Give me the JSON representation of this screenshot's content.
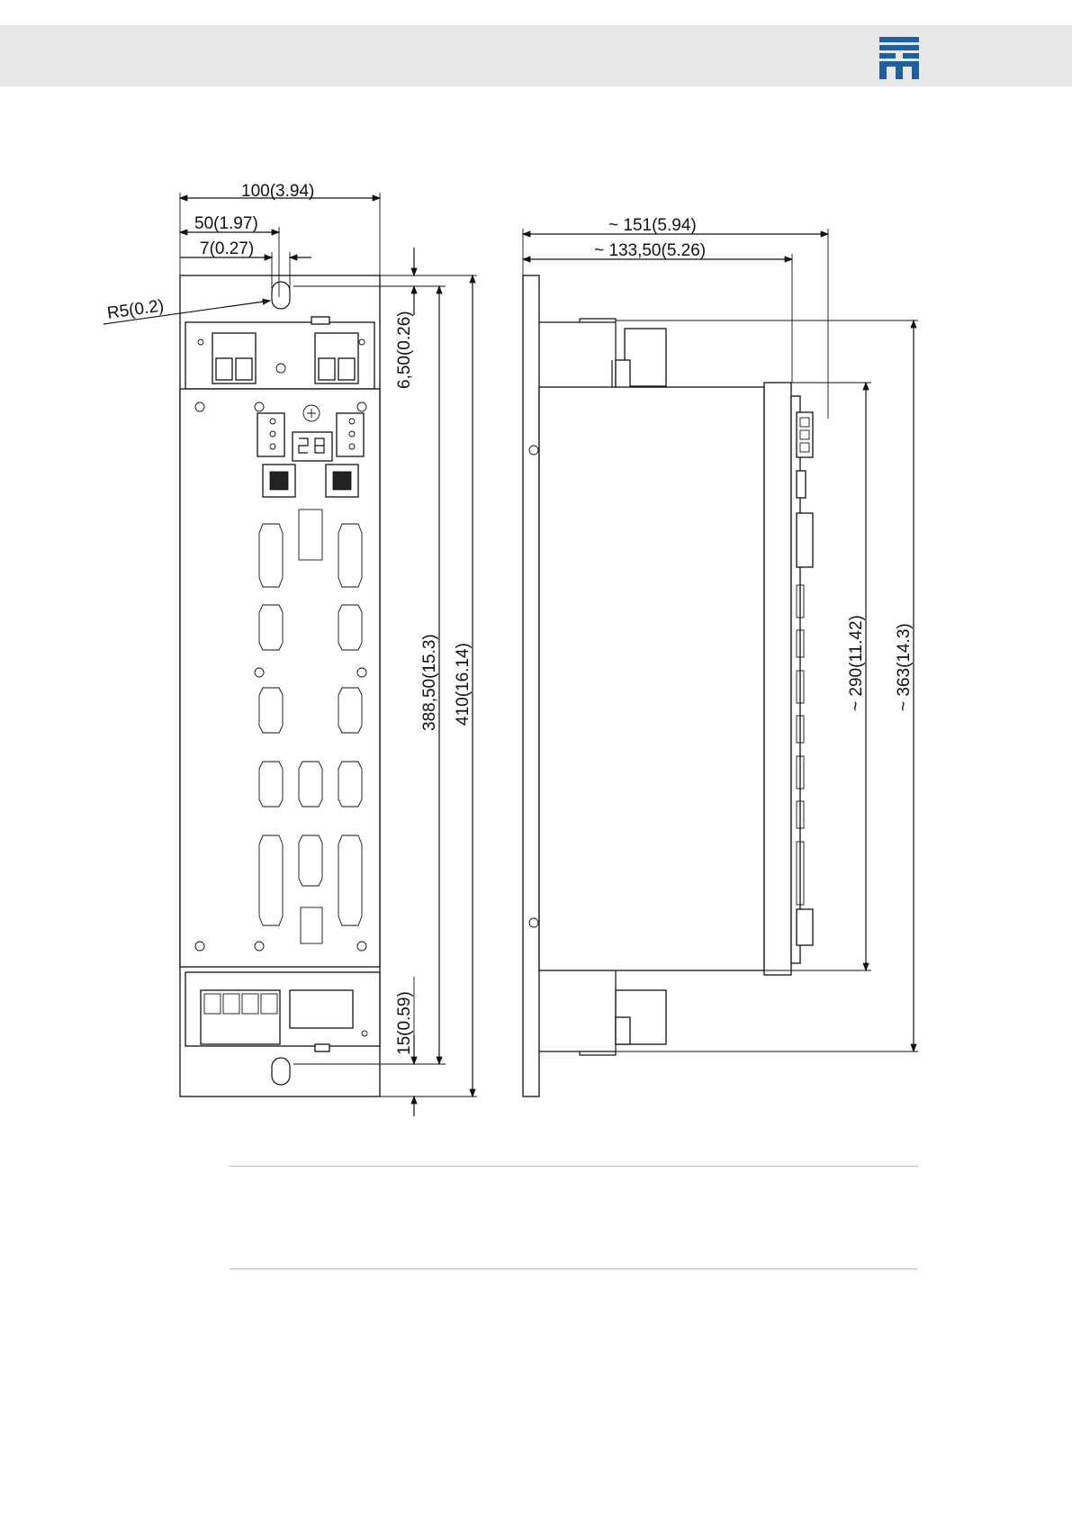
{
  "header": {
    "logo_icon": "company-logo-icon",
    "bar_color": "#e8e8e8",
    "logo_color": "#1f5fa0"
  },
  "front_view": {
    "dim_width_total": "100(3.94)",
    "dim_width_half": "50(1.97)",
    "dim_slot": "7(0.27)",
    "dim_radius": "R5(0.2)",
    "dim_top_offset": "6,50(0.26)",
    "dim_hole_spacing": "388,50(15.3)",
    "dim_height_total": "410(16.14)",
    "dim_bottom_offset": "15(0.59)"
  },
  "side_view": {
    "dim_depth_total": "~  151(5.94)",
    "dim_depth_housing": "~  133,50(5.26)",
    "dim_height_housing": "~ 290(11.42)",
    "dim_height_total": "~ 363(14.3)"
  },
  "footer_rules": 2
}
